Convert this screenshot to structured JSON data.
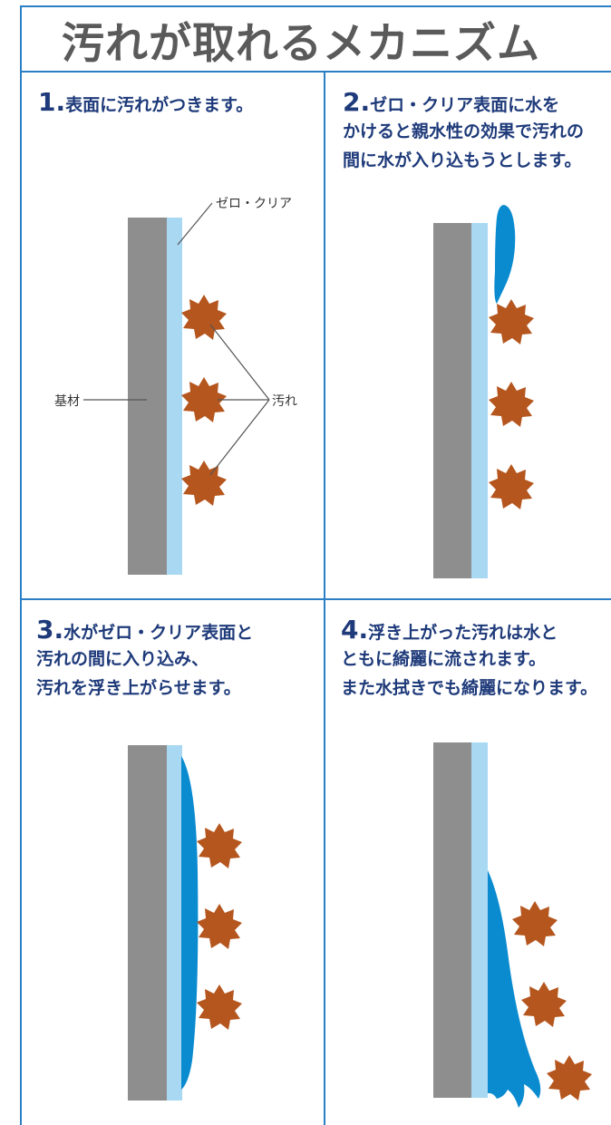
{
  "title": "汚れが取れるメカニズム",
  "colors": {
    "frame": "#2c7fc4",
    "base": "#8e8e8e",
    "coating": "#a8d8f2",
    "water": "#0a8bd0",
    "dirt": "#b5561e",
    "heading": "#1e3a7a"
  },
  "panels": [
    {
      "number": "1.",
      "lines": [
        "表面に汚れがつきます。"
      ],
      "labels": {
        "coating": "ゼロ・クリア",
        "base": "基材",
        "dirt": "汚れ"
      }
    },
    {
      "number": "2.",
      "lines": [
        "ゼロ・クリア表面に水を",
        "かけると親水性の効果で汚れの",
        "間に水が入り込もうとします。"
      ]
    },
    {
      "number": "3.",
      "lines": [
        "水がゼロ・クリア表面と",
        "汚れの間に入り込み、",
        "汚れを浮き上がらせます。"
      ]
    },
    {
      "number": "4.",
      "lines": [
        "浮き上がった汚れは水と",
        "ともに綺麗に流されます。",
        "また水拭きでも綺麗になります。"
      ]
    }
  ]
}
